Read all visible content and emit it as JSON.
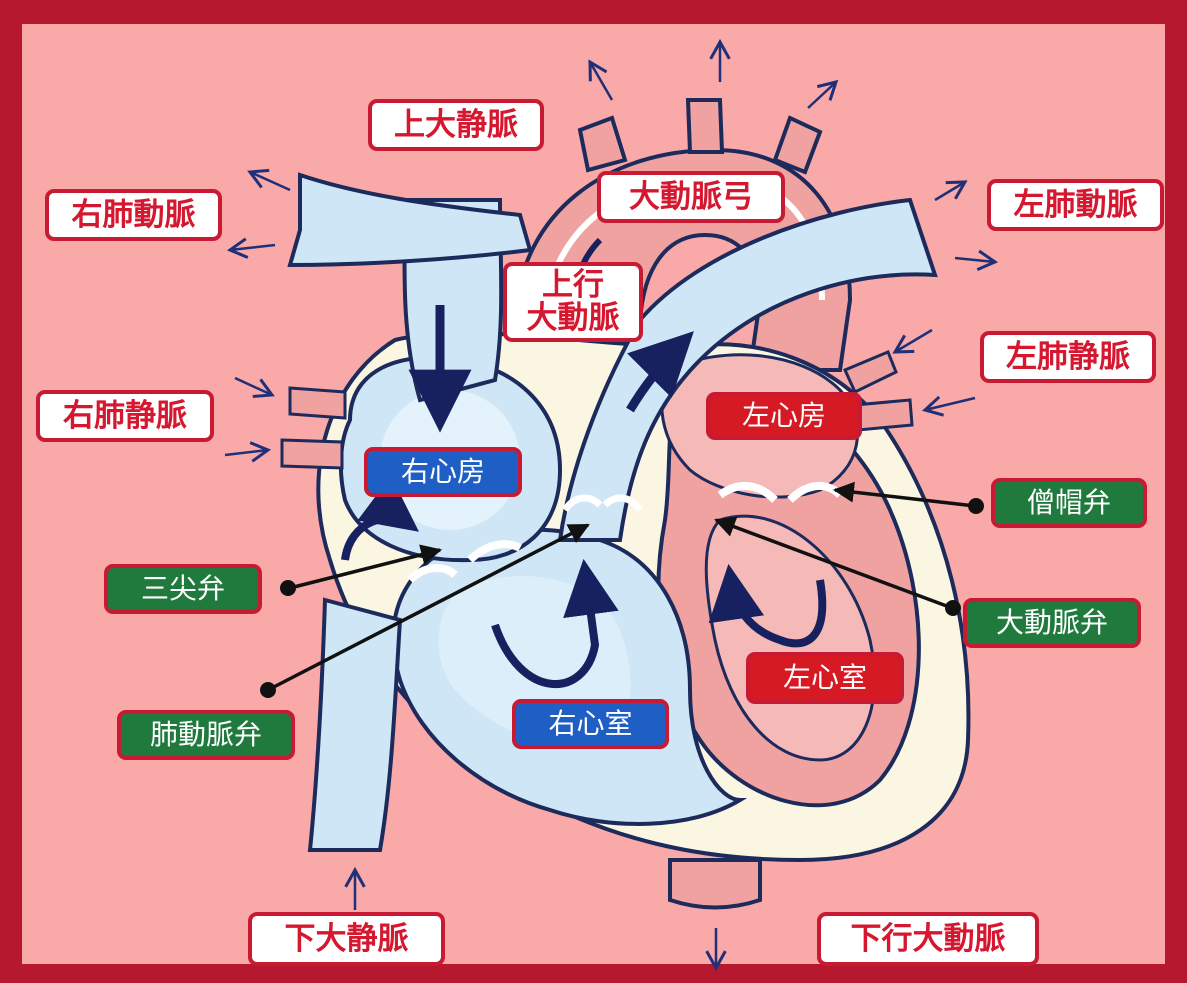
{
  "colors": {
    "frame": "#b5182f",
    "background": "#f9a9a7",
    "venous_blood": "#cfe6f6",
    "arterial_tissue": "#f0a2a1",
    "outline": "#1d2a5c",
    "flow_arrow": "#17215f",
    "vessel_label_text": "#d5172f",
    "right_heart_label": "#1f5fc5",
    "left_heart_label": "#d51a24",
    "valve_label": "#217a3d"
  },
  "labels": {
    "superior_vena_cava": "上大静脈",
    "aortic_arch": "大動脈弓",
    "right_pulmonary_artery": "右肺動脈",
    "left_pulmonary_artery": "左肺動脈",
    "ascending_aorta_line1": "上行",
    "ascending_aorta_line2": "大動脈",
    "left_pulmonary_vein": "左肺静脈",
    "right_pulmonary_vein": "右肺静脈",
    "left_atrium": "左心房",
    "right_atrium": "右心房",
    "mitral_valve": "僧帽弁",
    "tricuspid_valve": "三尖弁",
    "aortic_valve": "大動脈弁",
    "pulmonary_valve": "肺動脈弁",
    "left_ventricle": "左心室",
    "right_ventricle": "右心室",
    "inferior_vena_cava": "下大静脈",
    "descending_aorta": "下行大動脈"
  },
  "icons": [
    "flow-arrow",
    "pointer-dot",
    "pointer-arrowhead"
  ]
}
